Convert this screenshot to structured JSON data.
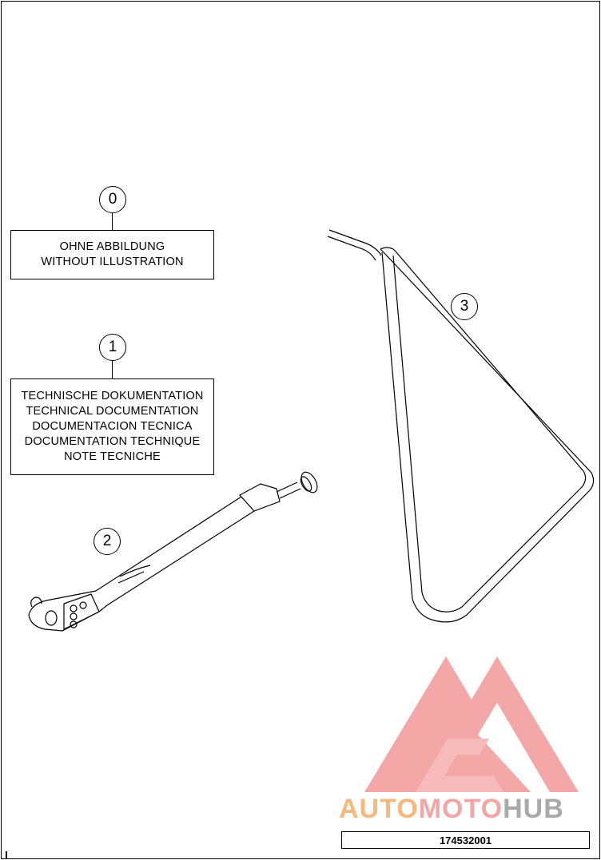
{
  "callouts": [
    {
      "label": "0"
    },
    {
      "label": "1"
    },
    {
      "label": "2"
    },
    {
      "label": "3"
    }
  ],
  "notes": {
    "no_illustration": [
      "OHNE ABBILDUNG",
      "WITHOUT ILLUSTRATION"
    ],
    "documentation": [
      "TECHNISCHE DOKUMENTATION",
      "TECHNICAL DOCUMENTATION",
      "DOCUMENTACION TECNICA",
      "DOCUMENTATION TECHNIQUE",
      "NOTE TECNICHE"
    ]
  },
  "items": [
    {
      "callout": "2",
      "icon": "fork-pump-icon"
    },
    {
      "callout": "3",
      "icon": "triangle-stand-icon"
    }
  ],
  "watermark": {
    "icon": "automotohub-logo-icon",
    "word_parts": [
      "AUTO",
      "MOTO",
      "HUB"
    ],
    "colors": {
      "auto": "#f7b87e",
      "moto": "#f3a6a6",
      "hub": "#a9a9a9",
      "mark": "#f08a8a"
    }
  },
  "part_number": "174532001"
}
